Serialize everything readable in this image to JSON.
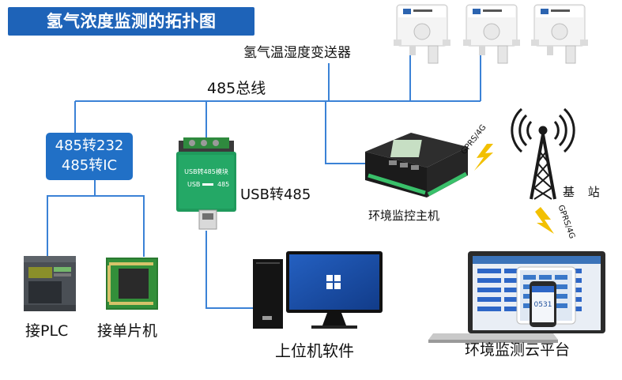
{
  "title": "氢气浓度监测的拓扑图",
  "labels": {
    "sensors": "氢气温湿度变送器",
    "bus": "485总线",
    "converter_line1": "485转232",
    "converter_line2": "485转IC",
    "usb_to_485": "USB转485",
    "host": "环境监控主机",
    "base_station": "基 站",
    "plc": "接PLC",
    "mcu": "接单片机",
    "software": "上位机软件",
    "cloud": "环境监测云平台"
  },
  "device_text": {
    "usb_module_title": "USB转485模块",
    "usb_module_left": "USB",
    "usb_module_right": "485",
    "gprs_upper": "GPRS/4G",
    "gprs_lower": "GPRS/4G",
    "tablet_number": "0531"
  },
  "colors": {
    "banner": "#1e63b8",
    "converter_box": "#2170c6",
    "lines": "#3b82d6",
    "bolt": "#f2c000",
    "module_green": "#1f9a5c"
  }
}
